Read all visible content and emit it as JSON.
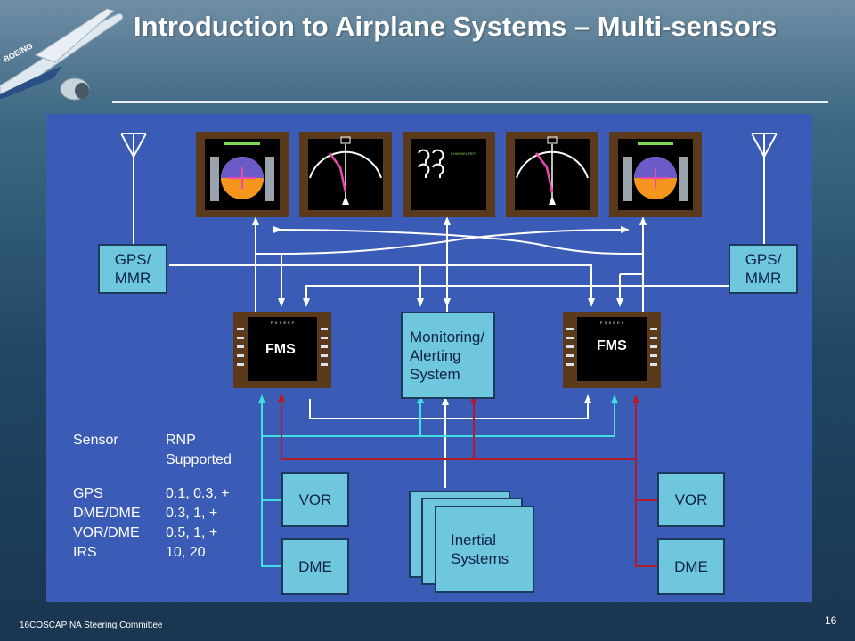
{
  "slide": {
    "title": "Introduction to Airplane Systems – Multi-sensors",
    "footer": "16COSCAP NA Steering Committee",
    "page_number": "16",
    "logo_text": "BOEING"
  },
  "diagram": {
    "gps_left": "GPS/\nMMR",
    "gps_right": "GPS/\nMMR",
    "fms_left": "FMS",
    "fms_right": "FMS",
    "monitoring": "Monitoring/\nAlerting\nSystem",
    "vor_left": "VOR",
    "dme_left": "DME",
    "vor_right": "VOR",
    "dme_right": "DME",
    "inertial": "Inertial\nSystems",
    "cdu_header": "P O S  R E F",
    "ef_label": "CHANNEL REF"
  },
  "rnp_table": {
    "header_sensor": "Sensor",
    "header_rnp": "RNP\n Supported",
    "rows": [
      {
        "sensor": "GPS",
        "rnp": "0.1, 0.3, +"
      },
      {
        "sensor": "DME/DME",
        "rnp": " 0.3, 1, +"
      },
      {
        "sensor": "VOR/DME",
        "rnp": " 0.5, 1, +"
      },
      {
        "sensor": "IRS",
        "rnp": "10, 20"
      }
    ]
  },
  "colors": {
    "panel": "#3a5bb6",
    "box": "#6fc7dd",
    "line_white": "#ffffff",
    "line_cyan": "#40e0e0",
    "line_red": "#b31b2b",
    "bezel": "#5a3a1a"
  }
}
